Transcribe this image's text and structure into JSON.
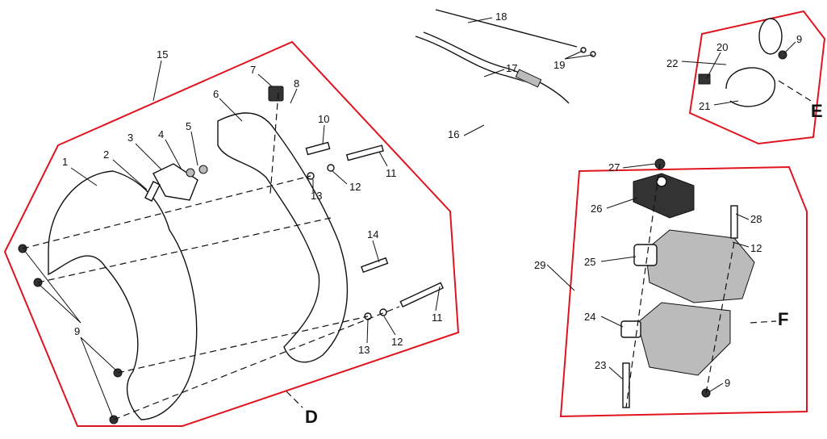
{
  "diagram": {
    "callouts": {
      "c1": "1",
      "c2": "2",
      "c3": "3",
      "c4": "4",
      "c5": "5",
      "c6": "6",
      "c7": "7",
      "c8": "8",
      "c9a": "9",
      "c9b": "9",
      "c9c": "9",
      "c10": "10",
      "c11a": "11",
      "c11b": "11",
      "c12a": "12",
      "c12b": "12",
      "c12c": "12",
      "c13a": "13",
      "c13b": "13",
      "c14": "14",
      "c15": "15",
      "c16": "16",
      "c17": "17",
      "c18": "18",
      "c19": "19",
      "c20": "20",
      "c21": "21",
      "c22": "22",
      "c23": "23",
      "c24": "24",
      "c25": "25",
      "c26": "26",
      "c27": "27",
      "c28": "28",
      "c29": "29"
    },
    "connectors": {
      "D": "D",
      "E": "E",
      "F": "F"
    },
    "colors": {
      "frame": "#e0141e",
      "line": "#111111"
    }
  }
}
